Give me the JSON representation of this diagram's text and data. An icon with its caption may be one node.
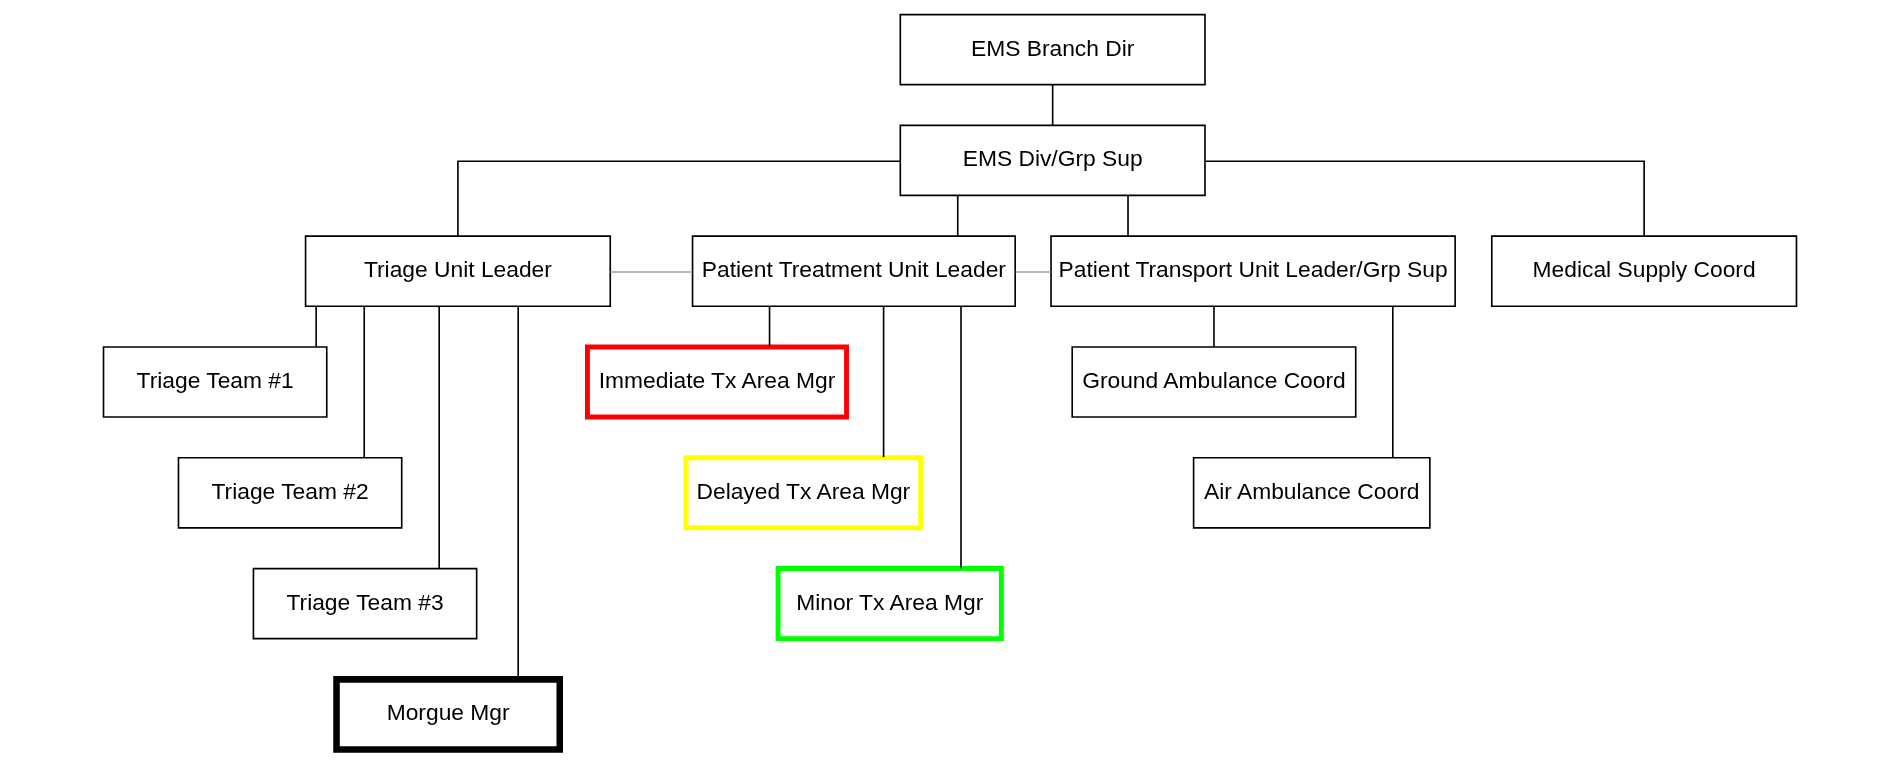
{
  "diagram": {
    "nodes": [
      {
        "text": [
          "EMS Branch Dir"
        ]
      },
      {
        "text": [
          "EMS Div/Grp Sup"
        ]
      },
      {
        "text": [
          "Triage Unit Leader"
        ]
      },
      {
        "text": [
          "Patient Treatment Unit Leader"
        ]
      },
      {
        "text": [
          "Patient Transport Unit Leader/Grp Sup"
        ]
      },
      {
        "text": [
          "Medical Supply Coord"
        ]
      },
      {
        "text": [
          "Triage Team #1"
        ]
      },
      {
        "text": [
          "Triage Team #2"
        ]
      },
      {
        "text": [
          "Triage Team #3"
        ]
      },
      {
        "text": [
          "Morgue Mgr"
        ]
      },
      {
        "text": [
          "Immediate Tx Area Mgr"
        ]
      },
      {
        "text": [
          "Delayed Tx Area Mgr"
        ]
      },
      {
        "text": [
          "Minor Tx Area Mgr"
        ]
      },
      {
        "text": [
          "Ground Ambulance Coord"
        ]
      },
      {
        "text": [
          "Air Ambulance Coord"
        ]
      }
    ],
    "edges": [
      {
        "from": 0,
        "to": 1,
        "arrow": "none"
      },
      {
        "from": 1,
        "to": 2,
        "arrow": "none"
      },
      {
        "from": 1,
        "to": 3,
        "arrow": "none"
      },
      {
        "from": 1,
        "to": 4,
        "arrow": "none"
      },
      {
        "from": 1,
        "to": 5,
        "arrow": "none"
      },
      {
        "from": 2,
        "to": 3,
        "arrow": "none",
        "color": "#a0a0a0"
      },
      {
        "from": 3,
        "to": 4,
        "arrow": "none",
        "color": "#a0a0a0"
      },
      {
        "from": 2,
        "to": 6,
        "arrow": "none"
      },
      {
        "from": 2,
        "to": 7,
        "arrow": "none"
      },
      {
        "from": 2,
        "to": 8,
        "arrow": "none"
      },
      {
        "from": 2,
        "to": 9,
        "arrow": "none"
      },
      {
        "from": 3,
        "to": 10,
        "arrow": "none"
      },
      {
        "from": 3,
        "to": 11,
        "arrow": "none"
      },
      {
        "from": 3,
        "to": 12,
        "arrow": "none"
      },
      {
        "from": 4,
        "to": 13,
        "arrow": "none"
      },
      {
        "from": 4,
        "to": 14,
        "arrow": "none"
      }
    ]
  }
}
